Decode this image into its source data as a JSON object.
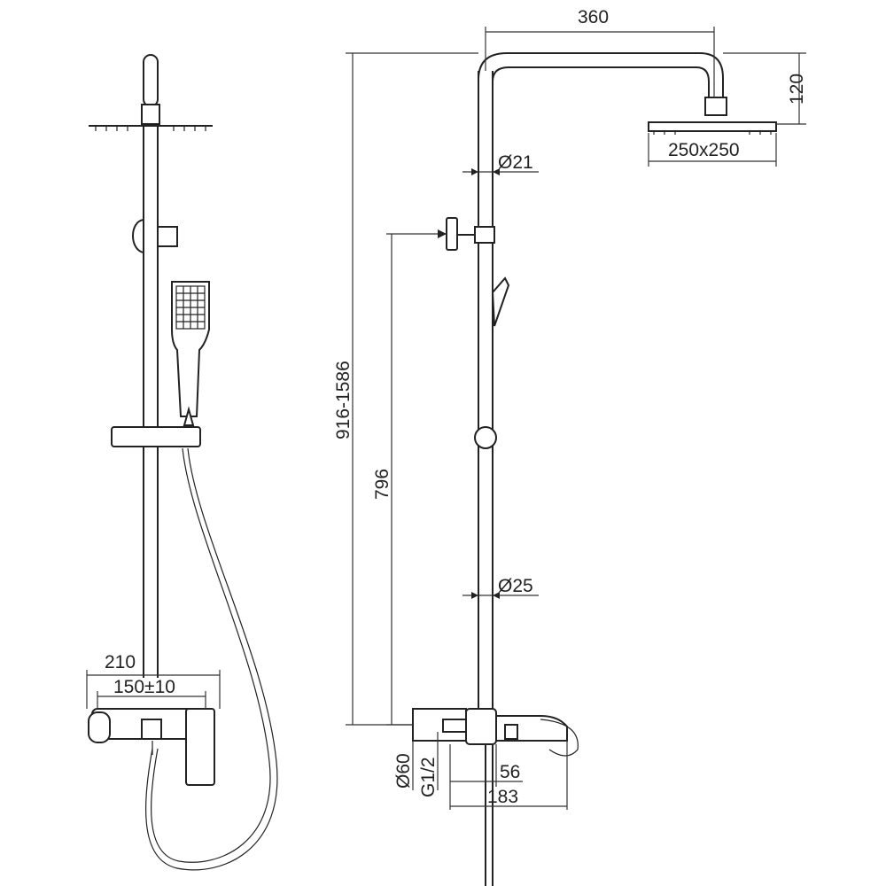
{
  "dimensions": {
    "head_offset": "360",
    "arm_drop": "120",
    "head_size": "250x250",
    "upper_pipe": "Ø21",
    "total_height": "916-1586",
    "mixer_to_bracket": "796",
    "lower_pipe": "Ø25",
    "mixer_width": "210",
    "inlet_spacing": "150±10",
    "escutcheon": "Ø60",
    "thread": "G1/2",
    "outlet_depth": "56",
    "spout_reach": "183"
  }
}
